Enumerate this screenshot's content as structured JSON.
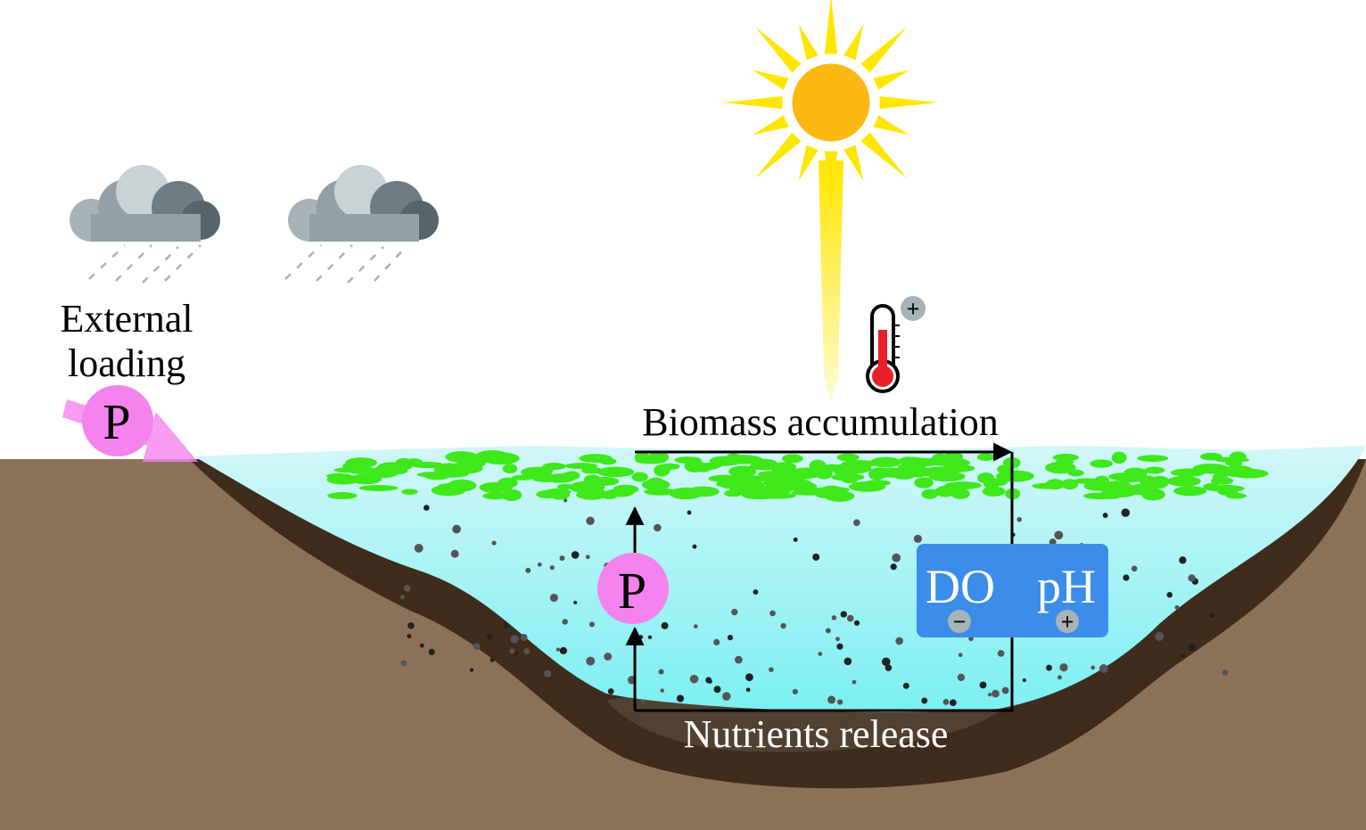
{
  "labels": {
    "external_loading_line1": "External",
    "external_loading_line2": "loading",
    "phosphorus_external": "P",
    "phosphorus_internal": "P",
    "biomass": "Biomass accumulation",
    "nutrients": "Nutrients release",
    "do": "DO",
    "ph": "pH",
    "do_sign": "−",
    "ph_sign": "+",
    "temperature_sign": "+"
  },
  "colors": {
    "ground": "#8C7158",
    "sediment": "#3F2C1C",
    "water_top": "#D2F7F8",
    "water_bottom": "#7BEFF2",
    "algae": "#3FE81A",
    "phosphorus": "#F483EE",
    "box": "#3C8DEA",
    "sun": "#FDB913",
    "rays": "#FFE600"
  }
}
